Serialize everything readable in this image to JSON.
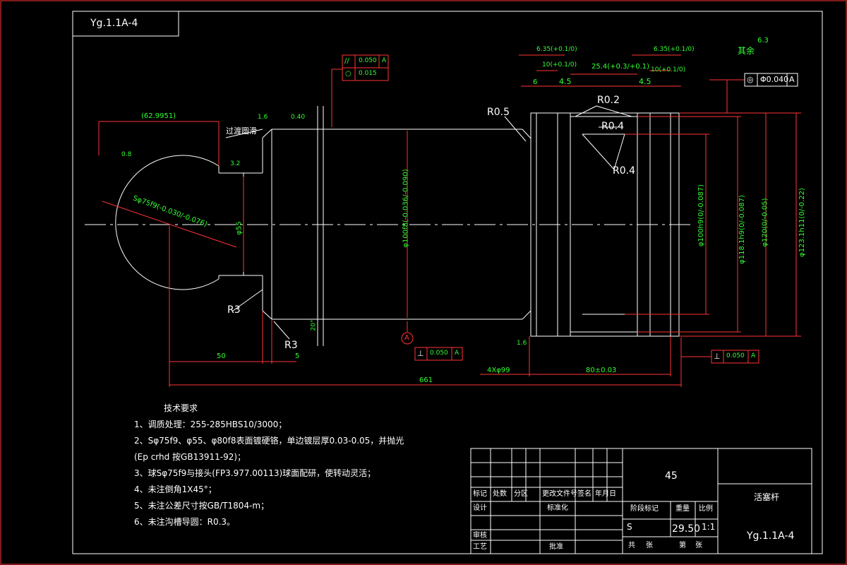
{
  "drawing": {
    "id_top_left": "Yg.1.1A-4",
    "rest_roughness_label": "其余",
    "rest_roughness_value": "6.3",
    "tech_requirements": {
      "title": "技术要求",
      "items": [
        "1、调质处理：255-285HBS10/3000；",
        "2、Sφ75f9、φ55、φ80f8表面镀硬铬，单边镀层厚0.03-0.05，并抛光",
        " (Ep crhd 按GB13911-92)；",
        "3、球Sφ75f9与接头(FP3.977.00113)球面配研，使转动灵活；",
        "4、未注倒角1X45°；",
        "5、未注公差尺寸按GB/T1804-m；",
        "6、未注沟槽导圆：R0.3。"
      ]
    },
    "dimensions": {
      "d_62995": "(62.9951)",
      "transition": "过渡圆滑",
      "sphere": "Sφ75f9(-0.030/-0.076)",
      "d55": "φ55",
      "d100": "φ100f8(-0.036/-0.090)",
      "r05": "R0.5",
      "r02": "R0.2",
      "r04a": "R0.4",
      "r04b": "R0.4",
      "r3a": "R3",
      "r3b": "R3",
      "len_50": "50",
      "len_5": "5",
      "len_661": "661",
      "len_4x99": "4Xφ99",
      "len_80": "80±0.03",
      "ang_20": "20°",
      "d100h": "φ100h9(0/-0.087)",
      "d118": "φ118.1h9(0/-0.087)",
      "d120": "φ120(0/-0.05)",
      "d123": "φ123.1h11(0/-0.22)",
      "w635a": "6.35(+0.1/0)",
      "w635b": "6.35(+0.1/0)",
      "w10a": "10(+0.1/0)",
      "w10b": "10(+0.1/0)",
      "w254": "25.4(+0.3/+0.1)",
      "w6": "6",
      "w45a": "4.5",
      "w45b": "4.5",
      "rough_32": "3.2",
      "rough_16": "1.6",
      "rough_08": "0.8",
      "rough_04": "0.40",
      "rough_16b": "1.6"
    },
    "gdt": {
      "parallel_value": "0.050",
      "parallel_datum": "A",
      "round_value": "0.015",
      "perp1_value": "0.050",
      "perp1_datum": "A",
      "perp2_value": "0.050",
      "perp2_datum": "A",
      "conc_value": "Φ0.040",
      "conc_datum": "A",
      "datum_label": "A"
    },
    "title_block": {
      "material": "45",
      "part_name": "活塞杆",
      "drawing_no": "Yg.1.1A-4",
      "weight": "29.50",
      "scale": "1:1",
      "stage": "S",
      "hdr_mark": "标记",
      "hdr_count": "处数",
      "hdr_zone": "分区",
      "hdr_changedoc": "更改文件号",
      "hdr_sign": "签名",
      "hdr_date": "年月日",
      "design": "设计",
      "standard": "标准化",
      "stage_mark": "阶段标记",
      "weight_lbl": "重量",
      "scale_lbl": "比例",
      "review": "审核",
      "process": "工艺",
      "approve": "批准",
      "total": "共",
      "sheets": "张",
      "sheet_no": "第",
      "sheet": "张"
    }
  }
}
